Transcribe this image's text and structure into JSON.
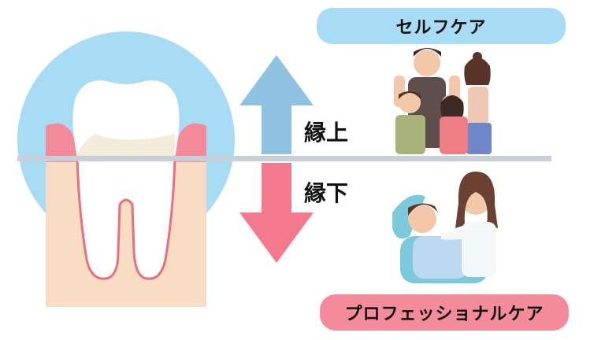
{
  "selfcare": {
    "label": "セルフケア"
  },
  "professional": {
    "label": "プロフェッショナルケア"
  },
  "gumline": {
    "above_label": "縁上",
    "below_label": "縁下"
  },
  "colors": {
    "circle_bg": "#a8dcf5",
    "gum": "#f48b9b",
    "bone": "#f9dcc4",
    "tooth": "#ffffff",
    "tooth_shadow": "#f3ecd8",
    "root_outline": "#e8707f",
    "gumline": "#c9cfd6",
    "arrow_up": "#8fc2e0",
    "arrow_down": "#f27a8c"
  }
}
